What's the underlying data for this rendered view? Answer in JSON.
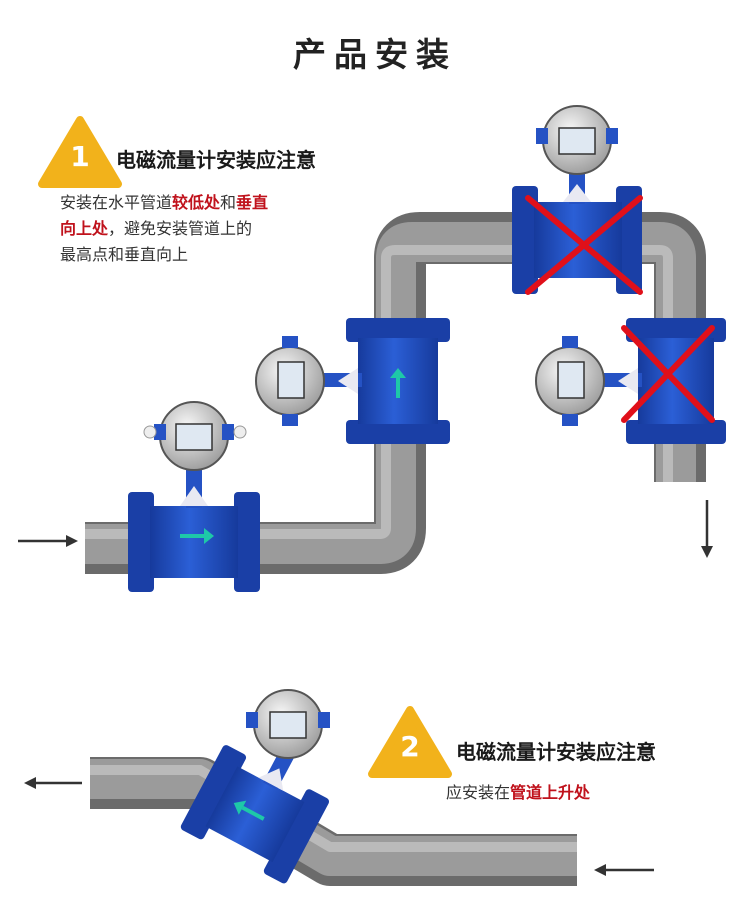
{
  "page": {
    "title": "产品安装"
  },
  "note1": {
    "number": "1",
    "heading": "电磁流量计安装应注意",
    "text_a": "安装在水平管道",
    "text_b": "较低处",
    "text_c": "和",
    "text_d": "垂直",
    "text_e": "向上处",
    "text_f": "，避免安装管道上的",
    "text_g": "最高点和垂直向上"
  },
  "note2": {
    "number": "2",
    "heading": "电磁流量计安装应注意",
    "text_a": "应安装在",
    "text_b": "管道上升处"
  },
  "colors": {
    "pipe": "#8a8a8a",
    "meter_blue": "#1f49b8",
    "warning_yellow": "#f2b21b",
    "cross_red": "#e0101a",
    "emphasis_red": "#c0121c",
    "flow_arrow_green": "#1ec8a8"
  },
  "icons": {
    "wrong_mark": "red-x-icon",
    "flow": "arrow-icon"
  }
}
